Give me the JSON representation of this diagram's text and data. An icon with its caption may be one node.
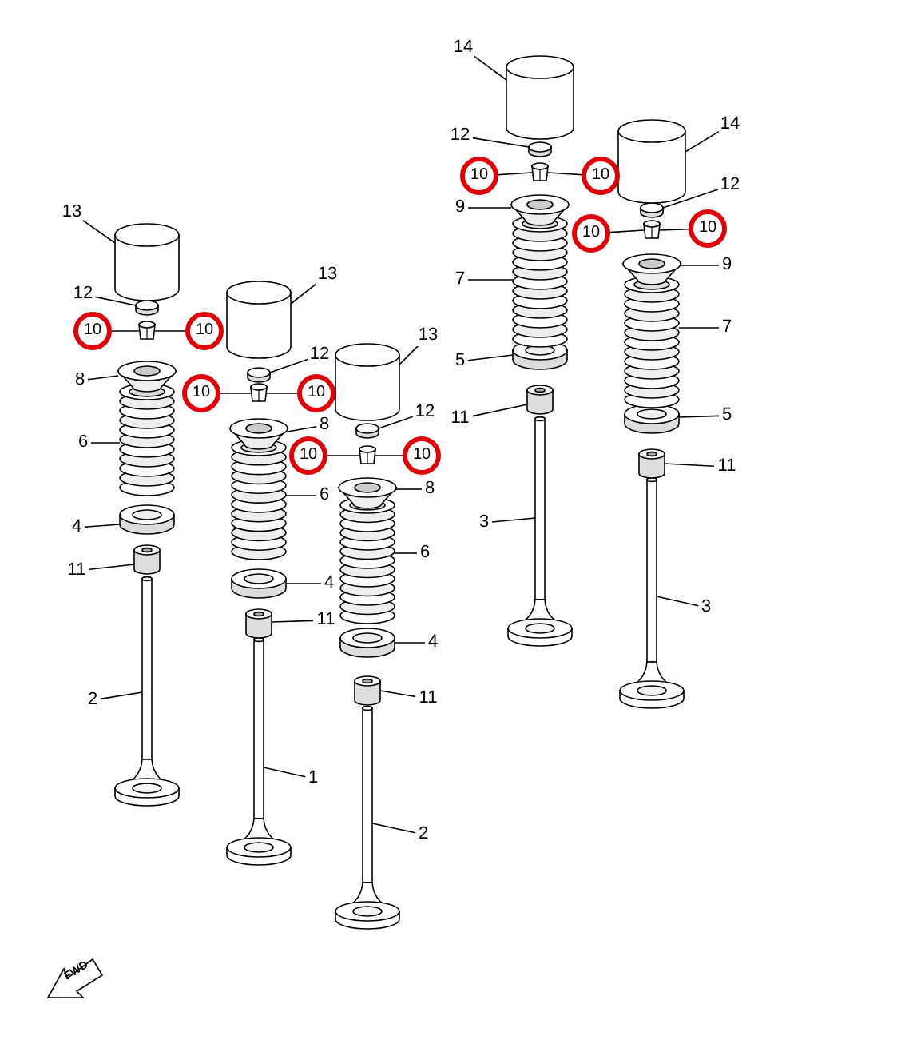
{
  "diagram": {
    "nodes": [
      {
        "text": [
          "13"
        ]
      },
      {
        "text": [
          "12"
        ]
      },
      {
        "text": [
          "10"
        ]
      },
      {
        "text": [
          "10"
        ]
      },
      {
        "text": [
          "8"
        ]
      },
      {
        "text": [
          "6"
        ]
      },
      {
        "text": [
          "4"
        ]
      },
      {
        "text": [
          "11"
        ]
      },
      {
        "text": [
          "2"
        ]
      },
      {
        "text": [
          "13"
        ]
      },
      {
        "text": [
          "12"
        ]
      },
      {
        "text": [
          "10"
        ]
      },
      {
        "text": [
          "10"
        ]
      },
      {
        "text": [
          "8"
        ]
      },
      {
        "text": [
          "6"
        ]
      },
      {
        "text": [
          "4"
        ]
      },
      {
        "text": [
          "11"
        ]
      },
      {
        "text": [
          "1"
        ]
      },
      {
        "text": [
          "13"
        ]
      },
      {
        "text": [
          "12"
        ]
      },
      {
        "text": [
          "10"
        ]
      },
      {
        "text": [
          "10"
        ]
      },
      {
        "text": [
          "8"
        ]
      },
      {
        "text": [
          "6"
        ]
      },
      {
        "text": [
          "4"
        ]
      },
      {
        "text": [
          "11"
        ]
      },
      {
        "text": [
          "2"
        ]
      },
      {
        "text": [
          "14"
        ]
      },
      {
        "text": [
          "12"
        ]
      },
      {
        "text": [
          "10"
        ]
      },
      {
        "text": [
          "10"
        ]
      },
      {
        "text": [
          "9"
        ]
      },
      {
        "text": [
          "7"
        ]
      },
      {
        "text": [
          "5"
        ]
      },
      {
        "text": [
          "11"
        ]
      },
      {
        "text": [
          "3"
        ]
      },
      {
        "text": [
          "14"
        ]
      },
      {
        "text": [
          "12"
        ]
      },
      {
        "text": [
          "10"
        ]
      },
      {
        "text": [
          "10"
        ]
      },
      {
        "text": [
          "9"
        ]
      },
      {
        "text": [
          "7"
        ]
      },
      {
        "text": [
          "5"
        ]
      },
      {
        "text": [
          "11"
        ]
      },
      {
        "text": [
          "3"
        ]
      },
      {
        "text": [],
        "shape": "cylinder"
      },
      {
        "text": [],
        "shape": "cylinder"
      },
      {
        "text": [],
        "shape": "picture"
      },
      {
        "text": [],
        "shape": "picture"
      },
      {
        "text": [],
        "shape": "picture"
      },
      {
        "text": [],
        "shape": "picture"
      },
      {
        "text": [],
        "shape": "cylinder"
      },
      {
        "text": [],
        "shape": "picture"
      },
      {
        "text": [],
        "shape": "cylinder"
      },
      {
        "text": [],
        "shape": "cylinder"
      },
      {
        "text": [],
        "shape": "picture"
      },
      {
        "text": [],
        "shape": "picture"
      },
      {
        "text": [],
        "shape": "picture"
      },
      {
        "text": [],
        "shape": "picture"
      },
      {
        "text": [],
        "shape": "cylinder"
      },
      {
        "text": [],
        "shape": "picture"
      },
      {
        "text": [],
        "shape": "cylinder"
      },
      {
        "text": [],
        "shape": "cylinder"
      },
      {
        "text": [],
        "shape": "picture"
      },
      {
        "text": [],
        "shape": "picture"
      },
      {
        "text": [],
        "shape": "picture"
      },
      {
        "text": [],
        "shape": "picture"
      },
      {
        "text": [],
        "shape": "cylinder"
      },
      {
        "text": [],
        "shape": "picture"
      },
      {
        "text": [],
        "shape": "cylinder"
      },
      {
        "text": [],
        "shape": "cylinder"
      },
      {
        "text": [],
        "shape": "picture"
      },
      {
        "text": [],
        "shape": "picture"
      },
      {
        "text": [],
        "shape": "picture"
      },
      {
        "text": [],
        "shape": "picture"
      },
      {
        "text": [],
        "shape": "cylinder"
      },
      {
        "text": [],
        "shape": "picture"
      },
      {
        "text": [],
        "shape": "cylinder"
      },
      {
        "text": [],
        "shape": "cylinder"
      },
      {
        "text": [],
        "shape": "picture"
      },
      {
        "text": [],
        "shape": "picture"
      },
      {
        "text": [],
        "shape": "picture"
      },
      {
        "text": [],
        "shape": "picture"
      },
      {
        "text": [],
        "shape": "cylinder"
      },
      {
        "text": [],
        "shape": "picture"
      }
    ],
    "edges": [
      {
        "from": 0,
        "to": 45,
        "arrow": "none"
      },
      {
        "from": 1,
        "to": 46,
        "arrow": "none"
      },
      {
        "from": 2,
        "to": 47,
        "arrow": "none"
      },
      {
        "from": 3,
        "to": 47,
        "arrow": "none"
      },
      {
        "from": 4,
        "to": 48,
        "arrow": "none"
      },
      {
        "from": 5,
        "to": 49,
        "arrow": "none"
      },
      {
        "from": 6,
        "to": 50,
        "arrow": "none"
      },
      {
        "from": 7,
        "to": 51,
        "arrow": "none"
      },
      {
        "from": 8,
        "to": 52,
        "arrow": "none"
      },
      {
        "from": 9,
        "to": 53,
        "arrow": "none"
      },
      {
        "from": 10,
        "to": 54,
        "arrow": "none"
      },
      {
        "from": 11,
        "to": 55,
        "arrow": "none"
      },
      {
        "from": 12,
        "to": 55,
        "arrow": "none"
      },
      {
        "from": 13,
        "to": 56,
        "arrow": "none"
      },
      {
        "from": 14,
        "to": 57,
        "arrow": "none"
      },
      {
        "from": 15,
        "to": 58,
        "arrow": "none"
      },
      {
        "from": 16,
        "to": 59,
        "arrow": "none"
      },
      {
        "from": 17,
        "to": 60,
        "arrow": "none"
      },
      {
        "from": 18,
        "to": 61,
        "arrow": "none"
      },
      {
        "from": 19,
        "to": 62,
        "arrow": "none"
      },
      {
        "from": 20,
        "to": 63,
        "arrow": "none"
      },
      {
        "from": 21,
        "to": 63,
        "arrow": "none"
      },
      {
        "from": 22,
        "to": 64,
        "arrow": "none"
      },
      {
        "from": 23,
        "to": 65,
        "arrow": "none"
      },
      {
        "from": 24,
        "to": 66,
        "arrow": "none"
      },
      {
        "from": 25,
        "to": 67,
        "arrow": "none"
      },
      {
        "from": 26,
        "to": 68,
        "arrow": "none"
      },
      {
        "from": 27,
        "to": 69,
        "arrow": "none"
      },
      {
        "from": 28,
        "to": 70,
        "arrow": "none"
      },
      {
        "from": 29,
        "to": 71,
        "arrow": "none"
      },
      {
        "from": 30,
        "to": 71,
        "arrow": "none"
      },
      {
        "from": 31,
        "to": 72,
        "arrow": "none"
      },
      {
        "from": 32,
        "to": 73,
        "arrow": "none"
      },
      {
        "from": 33,
        "to": 74,
        "arrow": "none"
      },
      {
        "from": 34,
        "to": 75,
        "arrow": "none"
      },
      {
        "from": 35,
        "to": 76,
        "arrow": "none"
      },
      {
        "from": 36,
        "to": 77,
        "arrow": "none"
      },
      {
        "from": 37,
        "to": 78,
        "arrow": "none"
      },
      {
        "from": 38,
        "to": 79,
        "arrow": "none"
      },
      {
        "from": 39,
        "to": 79,
        "arrow": "none"
      },
      {
        "from": 40,
        "to": 80,
        "arrow": "none"
      },
      {
        "from": 41,
        "to": 81,
        "arrow": "none"
      },
      {
        "from": 42,
        "to": 82,
        "arrow": "none"
      },
      {
        "from": 43,
        "to": 83,
        "arrow": "none"
      },
      {
        "from": 44,
        "to": 84,
        "arrow": "none"
      }
    ],
    "labels": [
      "FWD"
    ]
  }
}
